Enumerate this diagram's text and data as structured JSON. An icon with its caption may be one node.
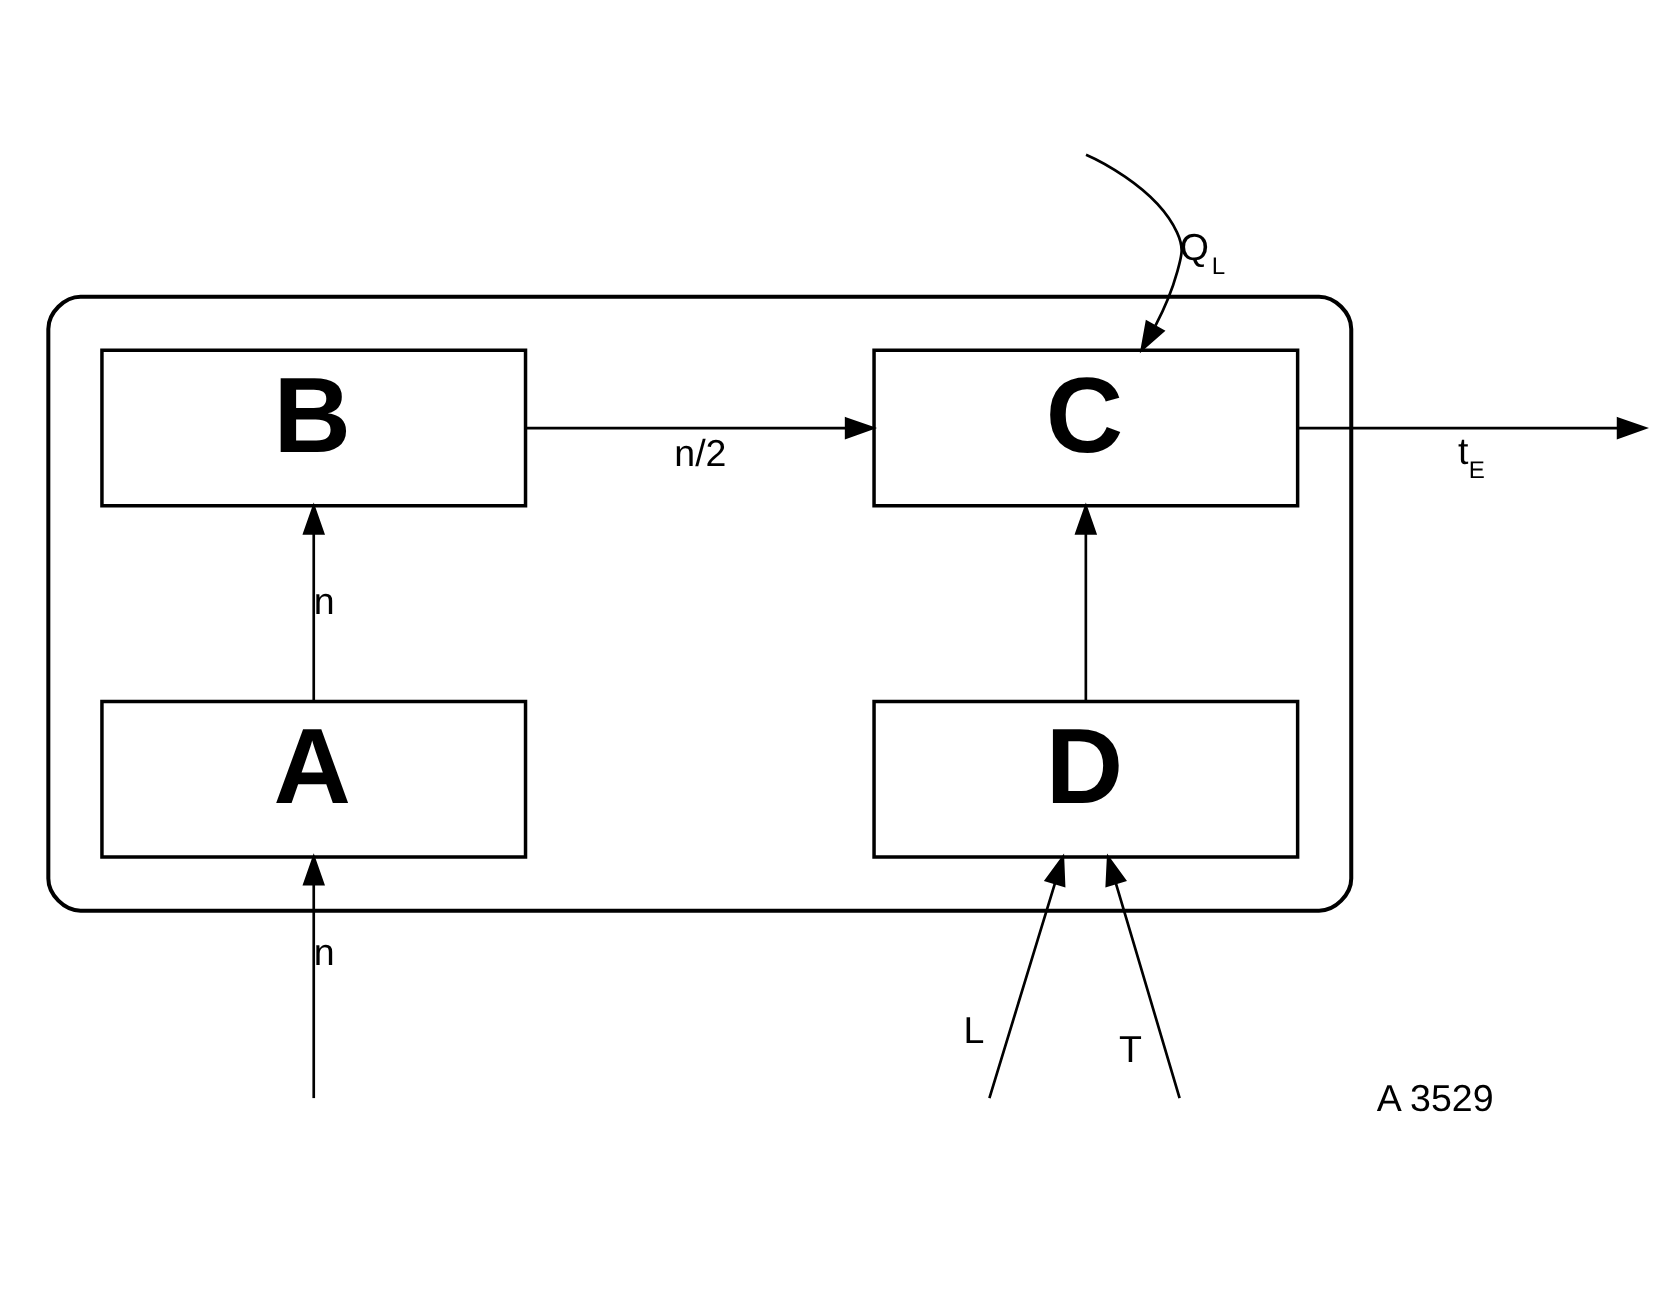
{
  "diagram": {
    "nodes": [
      {
        "text": [],
        "shape": "box"
      },
      {
        "text": [
          "B"
        ],
        "in": 0
      },
      {
        "text": [
          "C"
        ],
        "in": 0
      },
      {
        "text": [
          "A"
        ],
        "in": 0
      },
      {
        "text": [
          "D"
        ],
        "in": 0
      }
    ],
    "edges": [
      {
        "from": null,
        "to": 3,
        "arrow": "to",
        "label": "n"
      },
      {
        "from": 3,
        "to": 1,
        "arrow": "to",
        "label": "n"
      },
      {
        "from": 1,
        "to": 2,
        "arrow": "to",
        "label": "n/2"
      },
      {
        "from": 2,
        "to": null,
        "arrow": "to",
        "label": "t$_{E}$"
      },
      {
        "from": null,
        "to": 2,
        "arrow": "to",
        "label": "Q$_{L}$"
      },
      {
        "from": 4,
        "to": 2,
        "arrow": "to"
      },
      {
        "from": null,
        "to": 4,
        "arrow": "to",
        "label": "L"
      },
      {
        "from": null,
        "to": 4,
        "arrow": "to",
        "label": "T"
      }
    ],
    "labels": [
      "A 3529"
    ]
  }
}
